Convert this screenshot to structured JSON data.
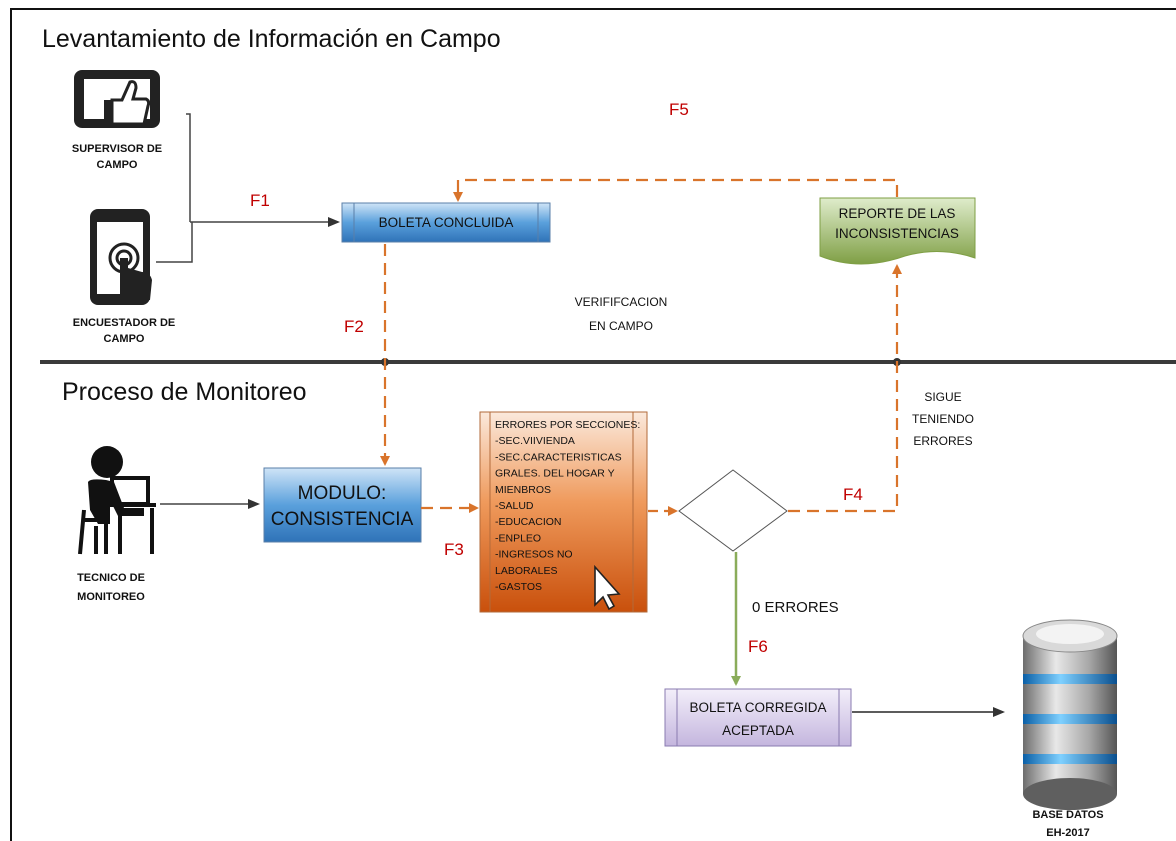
{
  "lanes": {
    "top_title": "Levantamiento de Información en Campo",
    "bottom_title": "Proceso de Monitoreo"
  },
  "actors": {
    "supervisor": [
      "SUPERVISOR DE",
      "CAMPO"
    ],
    "encuestador": [
      "ENCUESTADOR DE",
      "CAMPO"
    ],
    "tecnico": [
      "TECNICO DE",
      "MONITOREO"
    ],
    "database": [
      "BASE DATOS",
      "EH-2017"
    ]
  },
  "boxes": {
    "boleta_concluida": "BOLETA CONCLUIDA",
    "modulo": [
      "MODULO:",
      "CONSISTENCIA"
    ],
    "reporte": [
      "REPORTE DE LAS",
      "INCONSISTENCIAS"
    ],
    "boleta_corregida": [
      "BOLETA CORREGIDA",
      "ACEPTADA"
    ],
    "errores": [
      "ERRORES POR SECCIONES:",
      "-SEC.VIIVIENDA",
      "-SEC.CARACTERISTICAS",
      "GRALES. DEL HOGAR Y",
      "MIENBROS",
      "-SALUD",
      "-EDUCACION",
      "-ENPLEO",
      "-INGRESOS NO",
      "LABORALES",
      "-GASTOS"
    ]
  },
  "labels": {
    "verificacion": [
      "VERIFIFCACION",
      "EN CAMPO"
    ],
    "sigue": [
      "SIGUE",
      "TENIENDO",
      "ERRORES"
    ],
    "cero_errores": "0 ERRORES"
  },
  "flows": {
    "f1": "F1",
    "f2": "F2",
    "f3": "F3",
    "f4": "F4",
    "f5": "F5",
    "f6": "F6"
  },
  "colors": {
    "flow_dashed": "#d9742b",
    "flow_label": "#c00000",
    "accept_arrow": "#8aac5a",
    "blue_box": "#4a90d4",
    "green_doc": "#9bbb59",
    "purple_box": "#d3c9e6",
    "orange_box": "#d35a10"
  }
}
